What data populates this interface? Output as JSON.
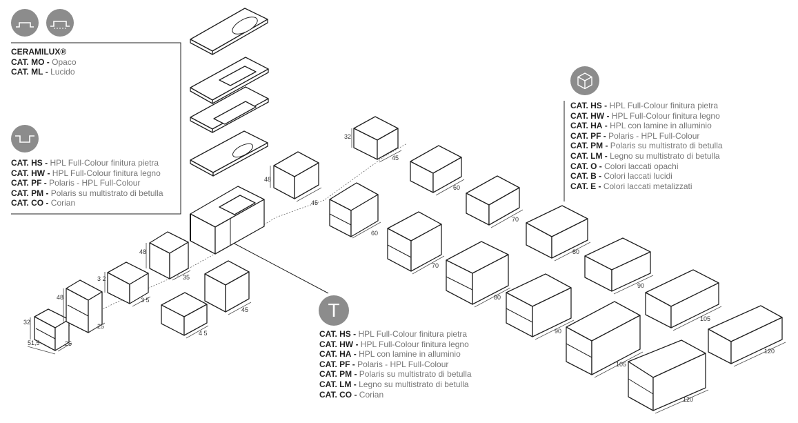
{
  "top_icons": [
    "countertop-flush-icon",
    "countertop-overhang-icon"
  ],
  "ceramilux": {
    "title": "CERAMILUX®",
    "rows": [
      {
        "cat": "CAT. MO",
        "desc": "Opaco"
      },
      {
        "cat": "CAT. ML",
        "desc": "Lucido"
      }
    ]
  },
  "washbasin_tops": {
    "icon": "washbasin-top-icon",
    "rows": [
      {
        "cat": "CAT. HS",
        "desc": "HPL Full-Colour finitura pietra"
      },
      {
        "cat": "CAT. HW",
        "desc": "HPL Full-Colour finitura legno"
      },
      {
        "cat": "CAT. PF",
        "desc": "Polaris - HPL Full-Colour"
      },
      {
        "cat": "CAT. PM",
        "desc": "Polaris su multistrato di betulla"
      },
      {
        "cat": "CAT. CO",
        "desc": "Corian"
      }
    ]
  },
  "cabinets": {
    "icon": "cube-icon",
    "rows": [
      {
        "cat": "CAT. HS",
        "desc": "HPL Full-Colour finitura pietra"
      },
      {
        "cat": "CAT. HW",
        "desc": "HPL Full-Colour finitura legno"
      },
      {
        "cat": "CAT. HA",
        "desc": "HPL con lamine in alluminio"
      },
      {
        "cat": "CAT. PF",
        "desc": "Polaris - HPL Full-Colour"
      },
      {
        "cat": "CAT. PM",
        "desc": "Polaris su multistrato di betulla"
      },
      {
        "cat": "CAT. LM",
        "desc": "Legno su multistrato di betulla"
      },
      {
        "cat": "CAT. O",
        "desc": "Colori laccati opachi"
      },
      {
        "cat": "CAT. B",
        "desc": "Colori laccati lucidi"
      },
      {
        "cat": "CAT. E",
        "desc": "Colori laccati metalizzati"
      }
    ]
  },
  "t_section": {
    "icon_letter": "T",
    "rows": [
      {
        "cat": "CAT. HS",
        "desc": "HPL Full-Colour finitura pietra"
      },
      {
        "cat": "CAT. HW",
        "desc": "HPL Full-Colour finitura legno"
      },
      {
        "cat": "CAT. HA",
        "desc": "HPL con lamine in alluminio"
      },
      {
        "cat": "CAT. PF",
        "desc": "Polaris - HPL Full-Colour"
      },
      {
        "cat": "CAT. PM",
        "desc": "Polaris su multistrato di betulla"
      },
      {
        "cat": "CAT. LM",
        "desc": "Legno su multistrato di betulla"
      },
      {
        "cat": "CAT. CO",
        "desc": "Corian"
      }
    ]
  },
  "dimension_labels": {
    "d32a": "32",
    "d48a": "48",
    "d515": "51,5",
    "d25a": "25",
    "d25b": "25",
    "d32b": "3 2",
    "d35a": "3 5",
    "d48b": "48",
    "d35b": "35",
    "d45a": "4 5",
    "d45b": "45",
    "d48c": "48",
    "d45c": "45",
    "d32c": "32",
    "d45d": "45",
    "d60a": "60",
    "d60b": "60",
    "d70a": "70",
    "d70b": "70",
    "d80a": "80",
    "d80b": "80",
    "d90a": "90",
    "d90b": "90",
    "d105a": "105",
    "d105b": "105",
    "d120a": "120",
    "d120b": "120"
  }
}
